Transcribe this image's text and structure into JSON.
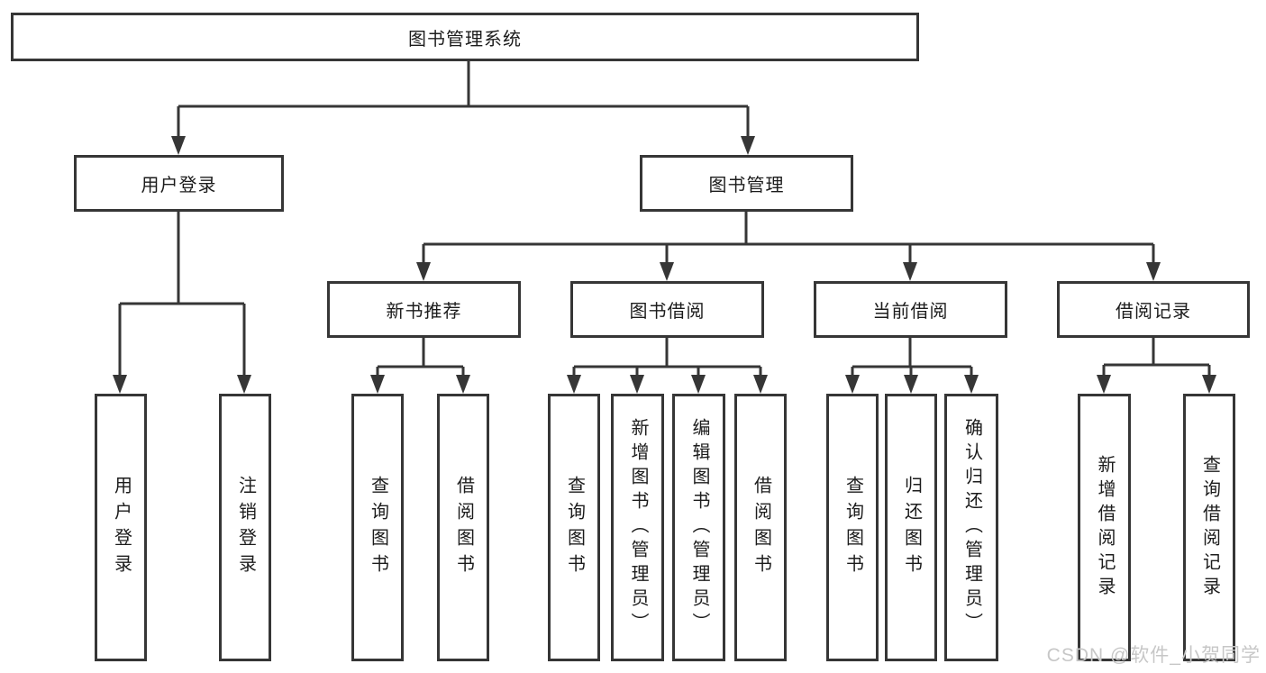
{
  "diagram": {
    "type": "hierarchy-flowchart",
    "watermark": "CSDN @软件_小贺同学",
    "colors": {
      "line": "#363636",
      "box_border": "#363636",
      "text": "#1c1c1c",
      "watermark": "#c7c7c7",
      "background": "#ffffff"
    },
    "nodes": {
      "root": {
        "label": "图书管理系统"
      },
      "level2": [
        {
          "label": "用户登录"
        },
        {
          "label": "图书管理"
        }
      ],
      "level3": [
        {
          "label": "新书推荐",
          "parent": "图书管理"
        },
        {
          "label": "图书借阅",
          "parent": "图书管理"
        },
        {
          "label": "当前借阅",
          "parent": "图书管理"
        },
        {
          "label": "借阅记录",
          "parent": "图书管理"
        }
      ],
      "leaves": [
        {
          "label": "用户登录",
          "parent": "用户登录"
        },
        {
          "label": "注销登录",
          "parent": "用户登录"
        },
        {
          "label": "查询图书",
          "parent": "新书推荐"
        },
        {
          "label": "借阅图书",
          "parent": "新书推荐"
        },
        {
          "label": "查询图书",
          "parent": "图书借阅"
        },
        {
          "label": "新增图书（管理员）",
          "parent": "图书借阅"
        },
        {
          "label": "编辑图书（管理员）",
          "parent": "图书借阅"
        },
        {
          "label": "借阅图书",
          "parent": "图书借阅"
        },
        {
          "label": "查询图书",
          "parent": "当前借阅"
        },
        {
          "label": "归还图书",
          "parent": "当前借阅"
        },
        {
          "label": "确认归还（管理员）",
          "parent": "当前借阅"
        },
        {
          "label": "新增借阅记录",
          "parent": "借阅记录"
        },
        {
          "label": "查询借阅记录",
          "parent": "借阅记录"
        }
      ]
    }
  }
}
